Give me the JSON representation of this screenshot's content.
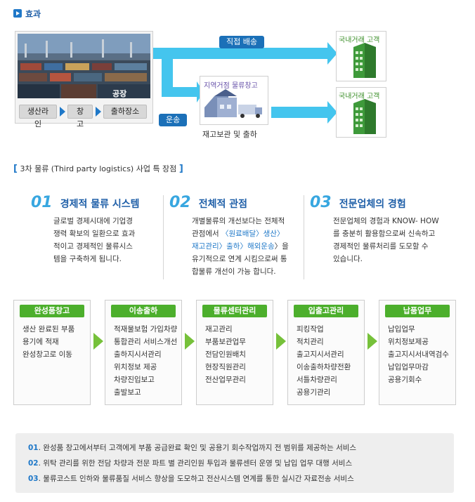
{
  "header": {
    "title": "효과"
  },
  "diagram": {
    "photo_label": "공장",
    "flow": [
      "생산라인",
      "창고",
      "출하장소"
    ],
    "direct_label": "직접 배송",
    "transport_label": "운송",
    "warehouse_title": "지역거점 물류창고",
    "warehouse_caption": "재고보관 및 출하",
    "customer_top": "국내거래 고객",
    "customer_bottom": "국내거래 고객"
  },
  "section": {
    "title": "3차 물류 (Third party logistics) 사업 특 장점"
  },
  "points": [
    {
      "num": "01",
      "title": "경제적 물류 시스템",
      "lines": [
        "글로벌 경제시대에 기업경",
        "쟁력 확보의 일환으로 효과",
        "적이고 경제적인 물류시스",
        "템을 구축하게 됩니다."
      ]
    },
    {
      "num": "02",
      "title": "전체적 관점",
      "lines": [
        "개별물류의 개선보다는 전체적",
        "관점에서",
        "〈원료배달〉생산〉",
        "재고관리〉출하〉해외운송",
        "〉을",
        "유기적으로 연계 시킴으로써 통",
        "합물류 개선이 가능 합니다."
      ]
    },
    {
      "num": "03",
      "title": "전문업체의 경험",
      "lines": [
        "전문업체의 경험과 KNOW- HOW",
        "를 충분히 활용함으로써 신속하고",
        "경제적인 물류처리를 도모할 수",
        "있습니다."
      ]
    }
  ],
  "process": [
    {
      "title": "완성품창고",
      "items": [
        "생산 완료된 부품",
        "용기에 적재",
        "완성창고로 이동"
      ]
    },
    {
      "title": "이송출하",
      "items": [
        "적재물보험 가입차량",
        "통합관리 서비스개선",
        "출하지시서관리",
        "위치정보 제공",
        "차량진입보고",
        "출발보고"
      ]
    },
    {
      "title": "물류센터관리",
      "items": [
        "재고관리",
        "부품보관업무",
        "전담인원배치",
        "현장직원관리",
        "전산업무관리"
      ]
    },
    {
      "title": "입출고관리",
      "items": [
        "피킹작업",
        "적치관리",
        "출고지시서관리",
        "이송출하차량전환",
        "서틀차량관리",
        "공용기관리"
      ]
    },
    {
      "title": "납품업무",
      "items": [
        "납입업무",
        "위치정보제공",
        "출고지시서내역검수",
        "납입업무마감",
        "공용기회수"
      ]
    }
  ],
  "notes": [
    {
      "num": "01",
      "text": ". 완성품 창고에서부터 고객에게 부품 공급완료 확인 및 공용기 회수작업까지 전 범위를 제공하는 서비스"
    },
    {
      "num": "02",
      "text": ". 위탁 관리를 위한 전담 차량과 전문 파트 별 관리인원 투입과 물류센터 운영 및 납입 업무 대행 서비스"
    },
    {
      "num": "03",
      "text": ". 물류코스트 인하와 물류품질 서비스 향상을 도모하고 전산시스템 연계를 통한 실시간 자료전송 서비스"
    }
  ]
}
